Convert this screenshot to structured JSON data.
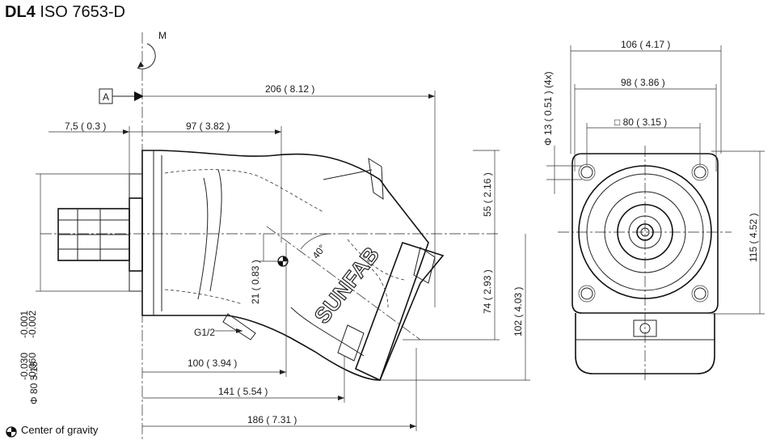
{
  "header": {
    "model": "DL4",
    "standard": "ISO 7653-D"
  },
  "rotation_label": "M",
  "datum_label": "A",
  "brand": "SUNFAB",
  "port_label": "G1/2",
  "angle_label": "40°",
  "dimensions": {
    "total_length_top": "206 ( 8.12 )",
    "shaft_offset": "7,5 ( 0.3 )",
    "to_port_center": "97 ( 3.82 )",
    "bottom_100": "100 ( 3.94 )",
    "bottom_141": "141 ( 5.54 )",
    "bottom_186": "186 ( 7.31 )",
    "height_55": "55 ( 2.16 )",
    "height_74": "74 ( 2.93 )",
    "height_102": "102 ( 4.03 )",
    "cg_21": "21 ( 0.83 )",
    "shaft_dia_main": "Φ  80    3.15",
    "shaft_tol_upper": "-0.001",
    "shaft_tol_lower": "-0.002",
    "shaft_tol2_upper": "-0.030",
    "shaft_tol2_lower": "-0.060",
    "width_106": "106 ( 4.17 )",
    "width_98": "98 ( 3.86 )",
    "square_80": "□ 80 ( 3.15 )",
    "hole_13": "Φ 13 ( 0.51 ) (4x)",
    "height_115": "115 ( 4.52 )"
  },
  "legend": {
    "center_of_gravity": "Center of gravity"
  }
}
